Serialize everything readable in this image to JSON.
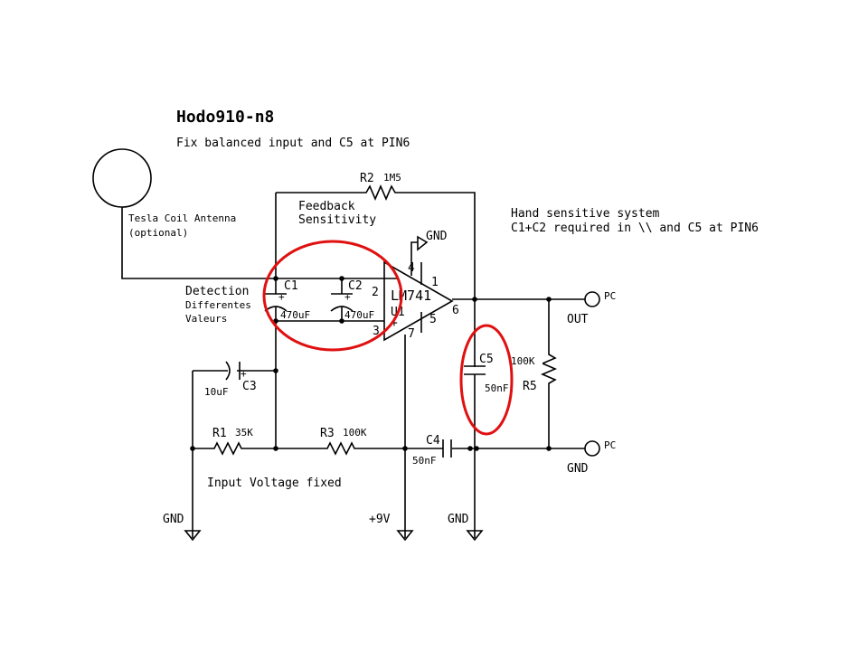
{
  "title": "Hodo910-n8",
  "subtitle": "Fix balanced input and C5 at PIN6",
  "antenna": {
    "label1": "Tesla Coil Antenna",
    "label2": "(optional)"
  },
  "notes": {
    "feedback1": "Feedback",
    "feedback2": "Sensitivity",
    "detection": "Detection",
    "differentes": "Differentes",
    "valeurs": "Valeurs",
    "input_voltage": "Input Voltage fixed",
    "hand1": "Hand sensitive system",
    "hand2": "C1+C2 required in \\\\ and C5 at PIN6"
  },
  "components": {
    "r2": {
      "ref": "R2",
      "value": "1M5"
    },
    "r1": {
      "ref": "R1",
      "value": "35K"
    },
    "r3": {
      "ref": "R3",
      "value": "100K"
    },
    "r5": {
      "ref": "R5",
      "value": "100K"
    },
    "c1": {
      "ref": "C1",
      "value": "470uF"
    },
    "c2": {
      "ref": "C2",
      "value": "470uF"
    },
    "c3": {
      "ref": "C3",
      "value": "10uF"
    },
    "c4": {
      "ref": "C4",
      "value": "50nF"
    },
    "c5": {
      "ref": "C5",
      "value": "50nF"
    },
    "u1": {
      "ref": "U1",
      "part": "LM741",
      "pins": [
        "1",
        "2",
        "3",
        "4",
        "5",
        "6",
        "7"
      ],
      "minus": "-",
      "plus": "+"
    }
  },
  "nets": {
    "gnd": "GND",
    "vcc": "+9V",
    "out": "OUT",
    "pc": "PC"
  },
  "highlight_color": "#e01010"
}
